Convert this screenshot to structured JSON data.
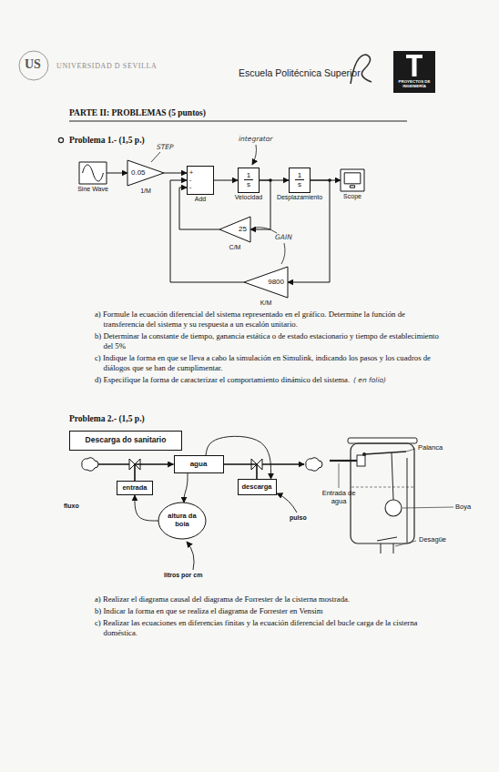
{
  "diagram": {
    "title": "PARTE II: PROBLEMAS (5 puntos)",
    "nodes": [
      {
        "text": [
          "Sine Wave"
        ]
      },
      {
        "text": [
          "0.05",
          "1/M"
        ]
      },
      {
        "text": [
          "+",
          "-",
          "-",
          "Add"
        ]
      },
      {
        "text": [
          "1",
          "s",
          "Velocidad"
        ]
      },
      {
        "text": [
          "1",
          "s",
          "Desplazamiento"
        ]
      },
      {
        "text": [
          "Scope"
        ]
      },
      {
        "text": [
          "25",
          "C/M"
        ]
      },
      {
        "text": [
          "9800",
          "K/M"
        ]
      },
      {
        "text": [
          "Descarga do sanitario"
        ]
      },
      {
        "text": [
          "entrada"
        ]
      },
      {
        "text": [
          "agua"
        ]
      },
      {
        "text": [
          "descarga"
        ]
      },
      {
        "text": [
          "altura da boia"
        ]
      }
    ],
    "edges": [
      {
        "from": 0,
        "to": 1,
        "arrow": "to"
      },
      {
        "from": 1,
        "to": 2,
        "arrow": "to"
      },
      {
        "from": 2,
        "to": 3,
        "arrow": "to"
      },
      {
        "from": 3,
        "to": 4,
        "arrow": "to"
      },
      {
        "from": 4,
        "to": 5,
        "arrow": "to"
      },
      {
        "from": 3,
        "to": 6,
        "arrow": "to"
      },
      {
        "from": 6,
        "to": 2,
        "arrow": "to"
      },
      {
        "from": 4,
        "to": 7,
        "arrow": "to"
      },
      {
        "from": 7,
        "to": 2,
        "arrow": "to"
      },
      {
        "from": 9,
        "to": 10,
        "arrow": "to"
      },
      {
        "from": 10,
        "to": 11,
        "arrow": "none"
      },
      {
        "from": 10,
        "to": 11,
        "arrow": "to"
      },
      {
        "from": 10,
        "to": 12,
        "arrow": "to"
      },
      {
        "from": 12,
        "to": 9,
        "arrow": "to"
      }
    ],
    "labels": [
      "US",
      "UNIVERSIDAD D SEVILLA",
      "Escuela Politécnica Superior",
      "PROYECTOS DE INGENIERÍA",
      "Problema 1.- (1,5 p.)",
      "STEP",
      "integrator",
      "GAIN",
      "a) Formule la ecuación diferencial del sistema representado en el gráfico. Determine la función de transferencia del sistema y su respuesta a un escalón unitario.",
      "b) Determinar la constante de tiempo, ganancia estática o de estado estacionario y tiempo de establecimiento del 5%",
      "c) Indique la forma en que se lleva a cabo la simulación en Simulink, indicando los pasos y los cuadros de diálogos que se han de cumplimentar.",
      "d) Especifique la forma de caracterizar el comportamiento dinámico del sistema.",
      "( en folio)",
      "Problema 2.- (1,5 p.)",
      "fluxo",
      "pulso",
      "litros por cm",
      "Palanca",
      "Entrada de agua",
      "Boya",
      "Desagüe",
      "a) Realizar el diagrama causal del diagrama de Forrester de la cisterna mostrada.",
      "b) Indicar la forma en que se realiza el diagrama de Forrester en Vensim",
      "c) Realizar las ecuaciones en diferencias finitas y la ecuación diferencial del bucle carga de la cisterna doméstica."
    ]
  }
}
